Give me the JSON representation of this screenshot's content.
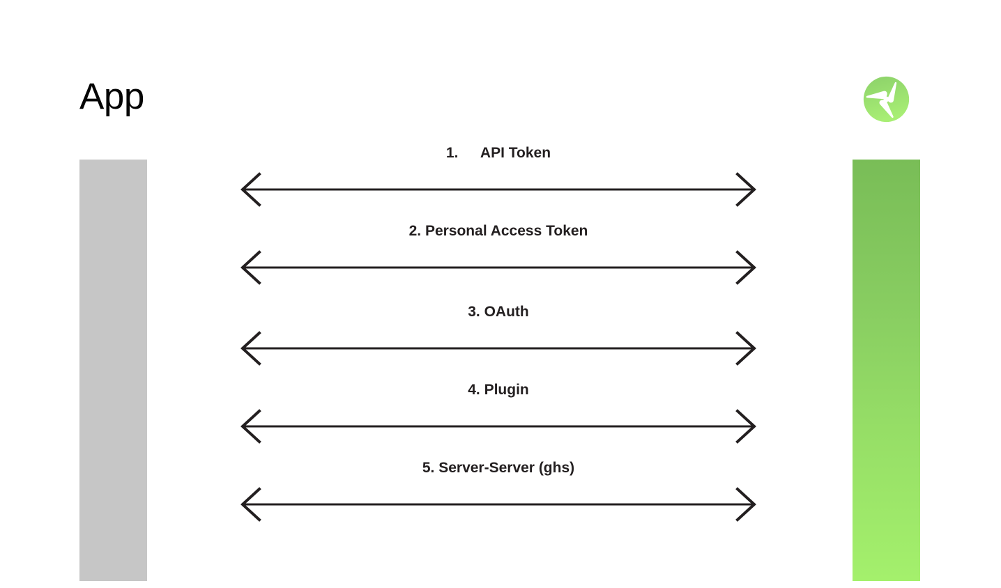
{
  "slide": {
    "background_color": "#ffffff",
    "title": "App"
  },
  "lifelines": [
    {
      "name": "app",
      "label": "App",
      "color": "#c6c6c6"
    },
    {
      "name": "service",
      "gradient_top": "#79bd57",
      "gradient_bottom": "#a4f06c"
    }
  ],
  "logo": {
    "name": "propeller-logo",
    "circle_color_top": "#8cd16a",
    "circle_color_bottom": "#a4ea72",
    "blade_color": "#ffffff"
  },
  "messages": [
    {
      "index": "1.",
      "label": "1.  API Token",
      "text": "API Token",
      "direction": "bidirectional"
    },
    {
      "index": "2.",
      "label": "2. Personal Access Token",
      "text": "Personal Access Token",
      "direction": "bidirectional"
    },
    {
      "index": "3.",
      "label": "3. OAuth",
      "text": "OAuth",
      "direction": "bidirectional"
    },
    {
      "index": "4.",
      "label": "4. Plugin",
      "text": "Plugin",
      "direction": "bidirectional"
    },
    {
      "index": "5.",
      "label": "5. Server-Server (ghs)",
      "text": "Server-Server (ghs)",
      "direction": "bidirectional"
    }
  ],
  "arrow_style": {
    "stroke_color": "#231f20",
    "stroke_width": 3
  }
}
